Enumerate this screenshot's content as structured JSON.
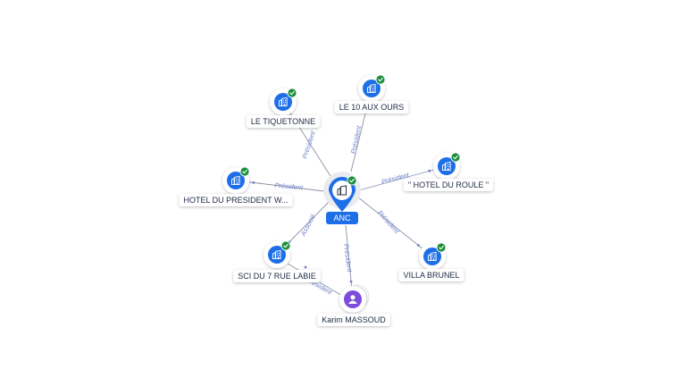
{
  "graph": {
    "colors": {
      "company": "#1e6ee8",
      "person": "#7c4ddb",
      "check": "#1a8f3c",
      "edge": "#8a93a6",
      "edge_label": "#6b7fc9",
      "label_text": "#1f2a44"
    },
    "center": {
      "label": "ANC",
      "icon": "building-icon",
      "verified": true
    },
    "nodes": [
      {
        "id": "tiquetonne",
        "label": "LE TIQUETONNE",
        "type": "company",
        "icon": "building-icon",
        "verified": true,
        "relation": "Président"
      },
      {
        "id": "auxours",
        "label": "LE 10 AUX OURS",
        "type": "company",
        "icon": "building-icon",
        "verified": true,
        "relation": "Président"
      },
      {
        "id": "roule",
        "label": "\" HOTEL DU ROULE \"",
        "type": "company",
        "icon": "building-icon",
        "verified": true,
        "relation": "Président"
      },
      {
        "id": "hotelpres",
        "label": "HOTEL DU PRESIDENT W...",
        "type": "company",
        "icon": "building-icon",
        "verified": true,
        "relation": "Président"
      },
      {
        "id": "villa",
        "label": "VILLA BRUNEL",
        "type": "company",
        "icon": "building-icon",
        "verified": true,
        "relation": "Président"
      },
      {
        "id": "sci",
        "label": "SCI DU 7 RUE LABIE",
        "type": "company",
        "icon": "building-icon",
        "verified": true,
        "relation": "Associé"
      },
      {
        "id": "karim",
        "label": "Karim MASSOUD",
        "type": "person",
        "icon": "person-icon",
        "verified": false,
        "relation": "Président"
      }
    ],
    "extra_edges": [
      {
        "from": "karim",
        "to": "sci",
        "relation": "Président"
      }
    ]
  }
}
